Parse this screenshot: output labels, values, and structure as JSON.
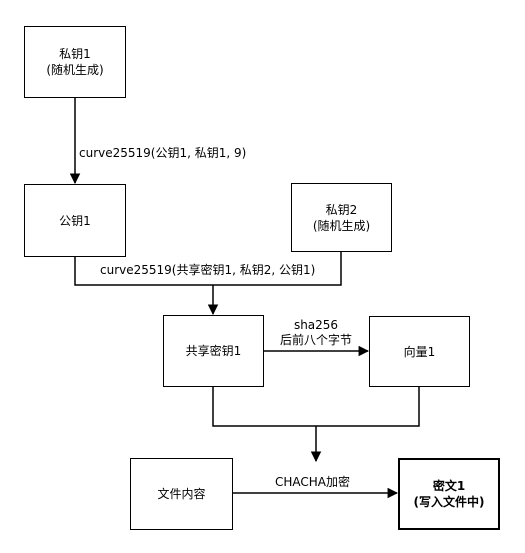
{
  "nodes": {
    "private_key1": [
      "私钥1",
      "(随机生成)"
    ],
    "public_key1": [
      "公钥1"
    ],
    "private_key2": [
      "私钥2",
      "(随机生成)"
    ],
    "shared_key1": [
      "共享密钥1"
    ],
    "vector1": [
      "向量1"
    ],
    "file_content": [
      "文件内容"
    ],
    "ciphertext1": [
      "密文1",
      "(写入文件中)"
    ]
  },
  "edges": {
    "pub_from_priv": "curve25519(公钥1, 私钥1, 9)",
    "shared_from_keys": "curve25519(共享密钥1, 私钥2, 公钥1)",
    "vector_from_shared": [
      "sha256",
      "后前八个字节"
    ],
    "encrypt": "CHACHA加密"
  }
}
